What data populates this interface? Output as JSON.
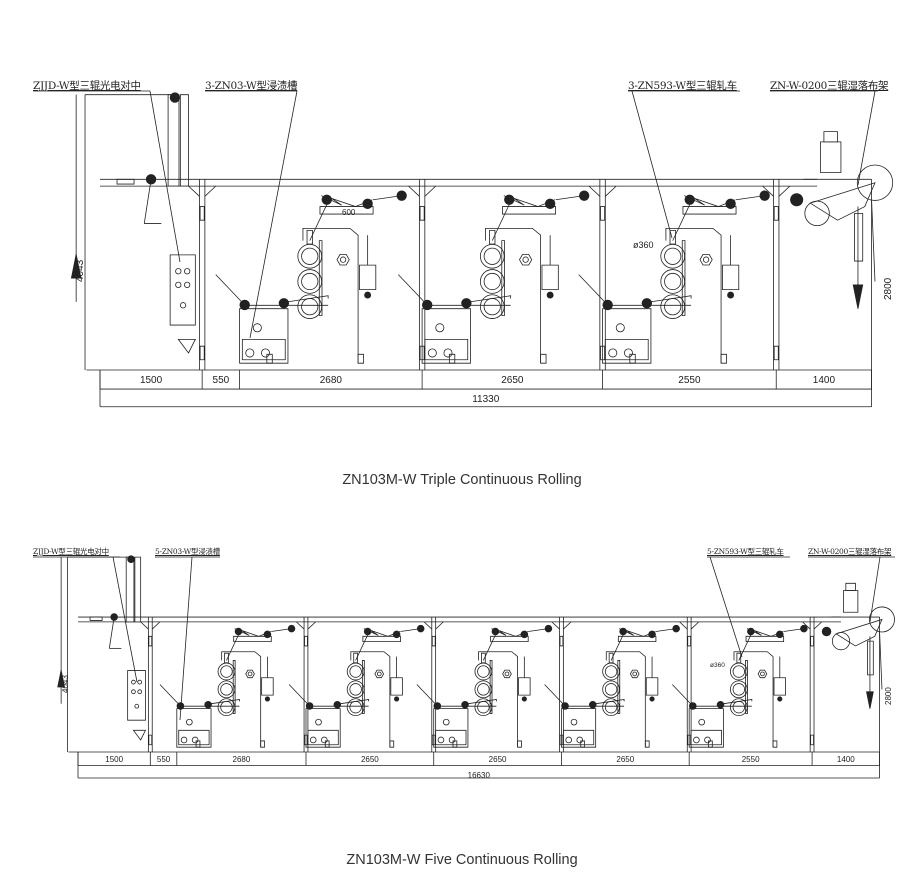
{
  "diagrams": [
    {
      "title": "ZN103M-W Triple Continuous Rolling",
      "callouts": [
        "ZJJD-W型三辊光电对中",
        "3-ZN03-W型浸渍槽",
        "3-ZN593-W型三辊轧车",
        "ZN-W-0200三辊湿落布架"
      ],
      "segments": [
        1500,
        550,
        2680,
        2650,
        2550,
        1400
      ],
      "total": "11330",
      "height_left": "4043",
      "height_right": "2800",
      "roll_diameter": "ø360",
      "guide_note": "600",
      "machine_count": 3
    },
    {
      "title": "ZN103M-W Five Continuous Rolling",
      "callouts": [
        "ZJJD-W型三辊光电对中",
        "5-ZN03-W型浸渍槽",
        "5-ZN593-W型三辊轧车",
        "ZN-W-0200三辊湿落布架"
      ],
      "segments": [
        1500,
        550,
        2680,
        2650,
        2650,
        2650,
        2550,
        1400
      ],
      "total": "16630",
      "height_left": "4043",
      "height_right": "2800",
      "roll_diameter": "ø360",
      "machine_count": 5
    }
  ],
  "colors": {
    "line": "#222222",
    "text": "#333333"
  }
}
